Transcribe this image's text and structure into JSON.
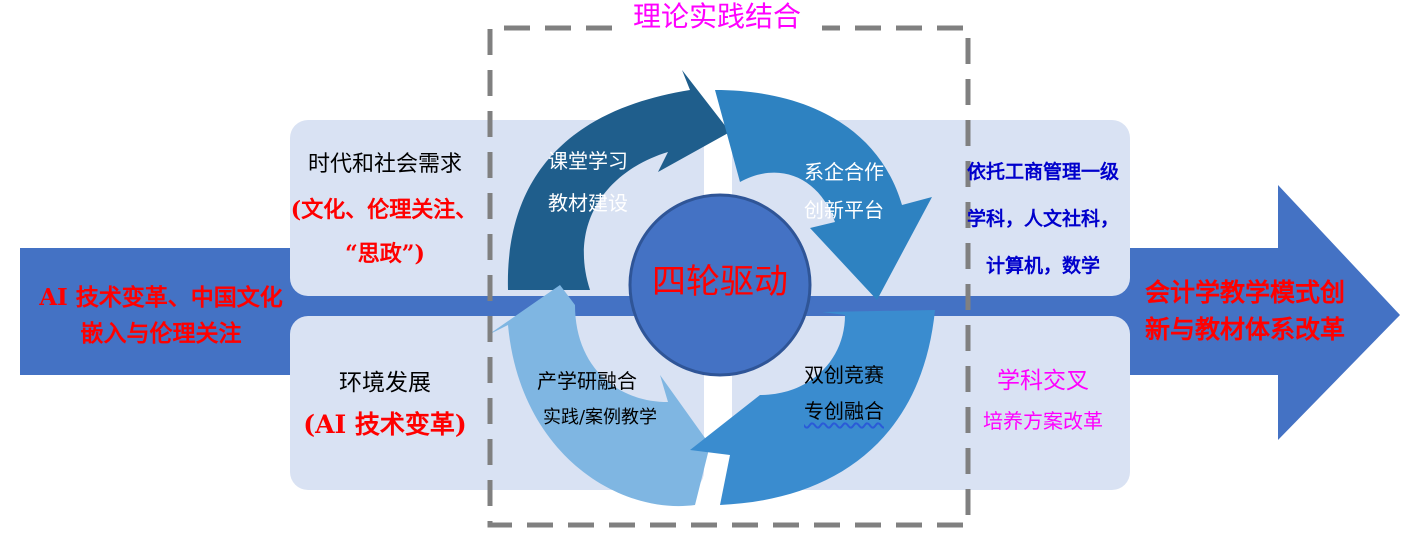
{
  "colors": {
    "band_blue": "#4472c4",
    "panel": "#d9e2f3",
    "blade_top_left": "#1f5e8c",
    "blade_top_right": "#2e82c1",
    "blade_bottom_left": "#7fb6e2",
    "blade_bottom_right": "#3a8ccf",
    "center_circle": "#4472c4",
    "red_text": "#ff0000",
    "magenta_text": "#ff00ff",
    "blue_text": "#0000cc",
    "frame_gray": "#808080"
  },
  "frame": {
    "title": "理论实践结合"
  },
  "left_arrow": {
    "line1": "AI 技术变革、中国文化",
    "line2": "嵌入与伦理关注"
  },
  "right_arrow": {
    "line1": "会计学教学模式创",
    "line2": "新与教材体系改革"
  },
  "left_top_panel": {
    "line1": "时代和社会需求",
    "line2": "(文化、伦理关注、",
    "line3": "“思政”)"
  },
  "left_bottom_panel": {
    "line1": "环境发展",
    "line2": "(AI 技术变革)"
  },
  "right_top_panel": {
    "line1": "依托工商管理一级",
    "line2": "学科，人文社科，",
    "line3": "计算机，数学"
  },
  "right_bottom_panel": {
    "line1": "学科交叉",
    "line2": "培养方案改革"
  },
  "cycle": {
    "center": "四轮驱动",
    "blades": [
      {
        "id": "top-left",
        "line1": "课堂学习",
        "line2": "教材建设"
      },
      {
        "id": "top-right",
        "line1": "系企合作",
        "line2": "创新平台"
      },
      {
        "id": "bottom-left",
        "line1": "产学研融合",
        "line2": "实践/案例教学"
      },
      {
        "id": "bottom-right",
        "line1": "双创竞赛",
        "line2": "专创融合"
      }
    ]
  }
}
